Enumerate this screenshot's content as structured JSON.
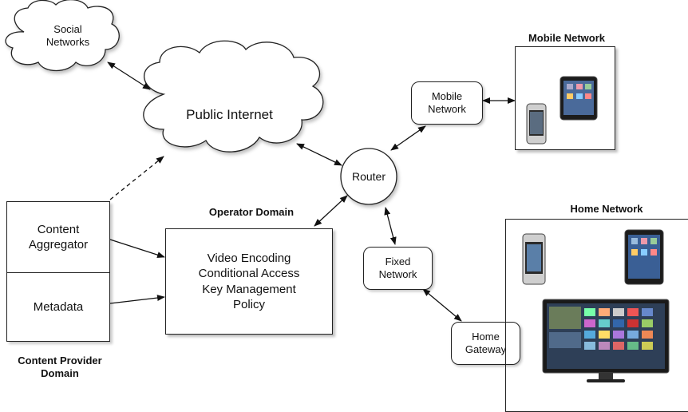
{
  "nodes": {
    "social_networks": "Social\nNetworks",
    "public_internet": "Public Internet",
    "router": "Router",
    "mobile_network_node": "Mobile\nNetwork",
    "fixed_network": "Fixed\nNetwork",
    "home_gateway": "Home\nGateway",
    "content_aggregator": "Content\nAggregator",
    "metadata": "Metadata",
    "operator_services": "Video Encoding\nConditional Access\nKey Management\nPolicy"
  },
  "domains": {
    "mobile_network": "Mobile Network",
    "home_network": "Home Network",
    "operator_domain": "Operator Domain",
    "content_provider_domain": "Content Provider\nDomain"
  },
  "devices": {
    "mobile": [
      "smartphone-icon",
      "tablet-icon"
    ],
    "home": [
      "smartphone-icon",
      "tablet-icon",
      "smart-tv-icon"
    ]
  }
}
